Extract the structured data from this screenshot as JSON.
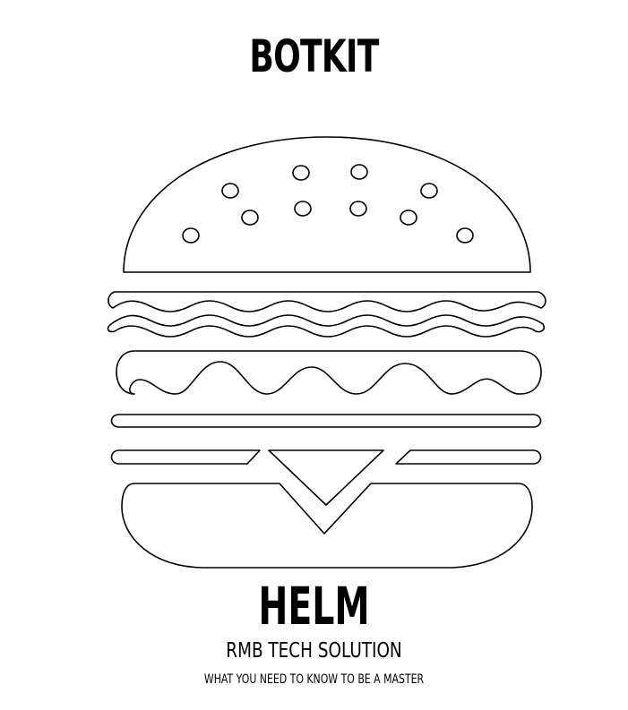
{
  "cover": {
    "brand": "BOTKIT",
    "title": "HELM",
    "company": "RMB TECH SOLUTION",
    "tagline": "WHAT YOU NEED TO KNOW TO BE A MASTER"
  },
  "illustration": {
    "icon": "burger-icon",
    "line_color": "#000000",
    "background_color": "#ffffff"
  }
}
